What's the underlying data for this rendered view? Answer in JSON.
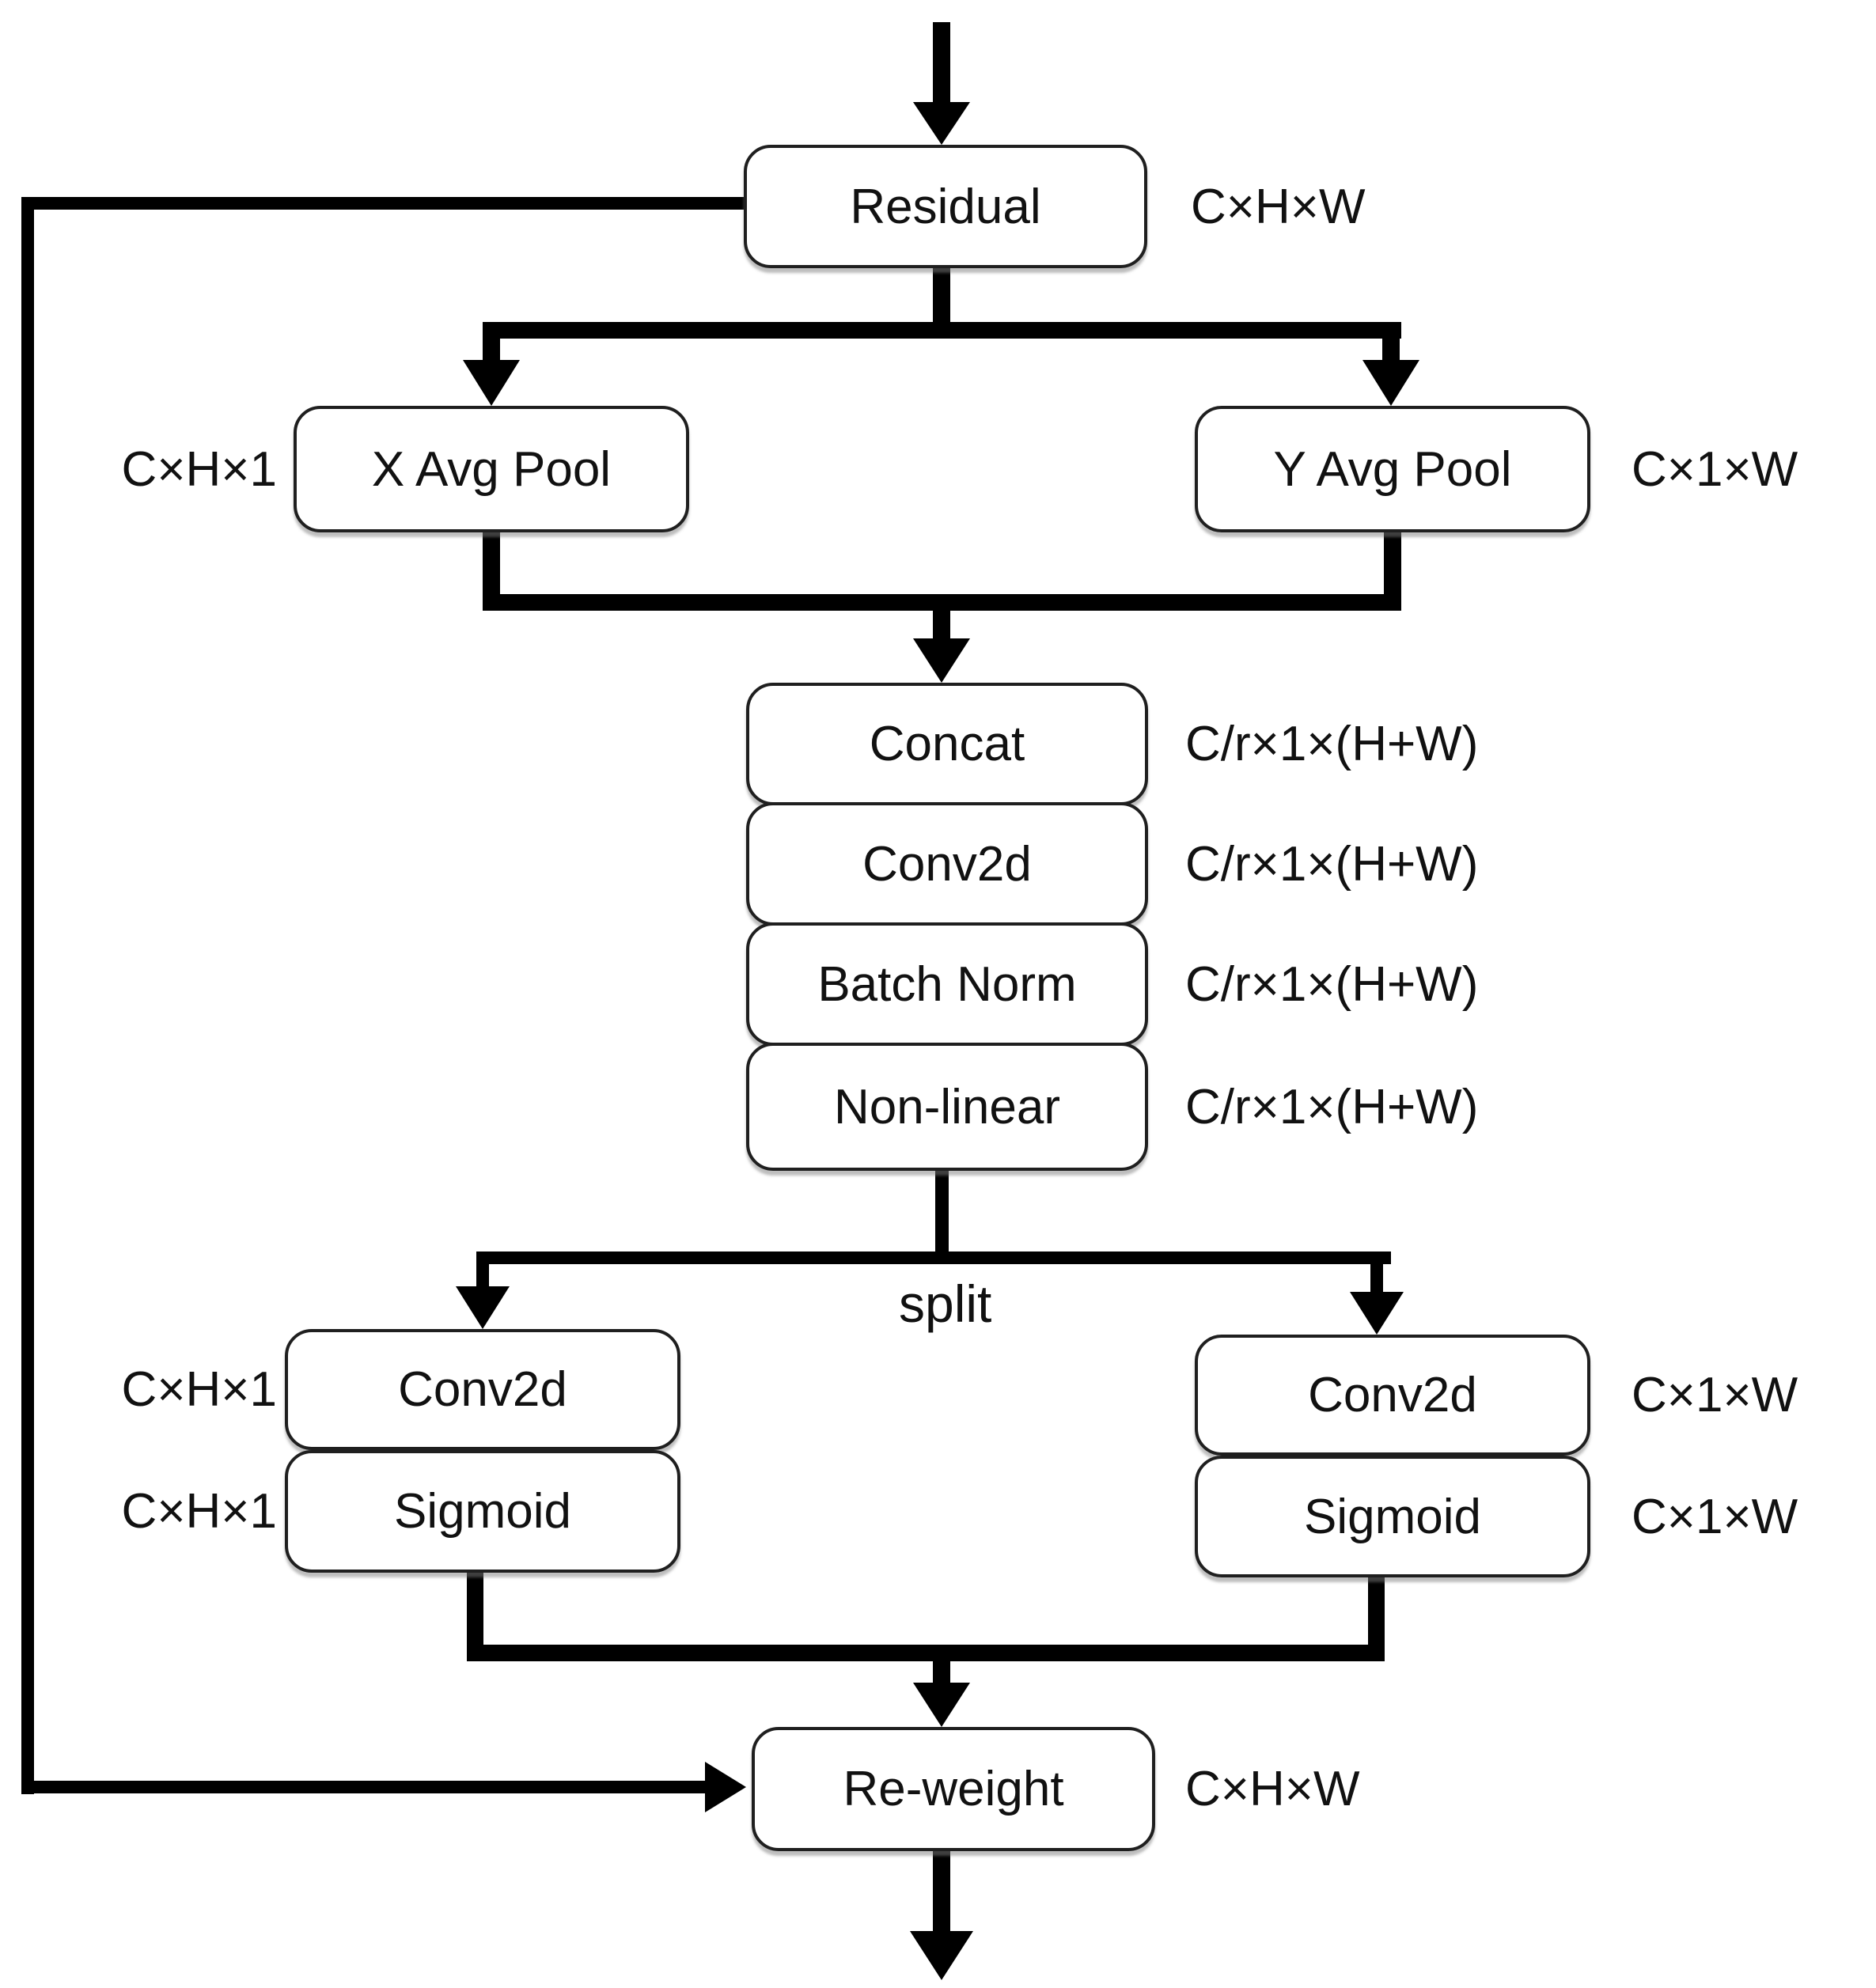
{
  "nodes": {
    "residual": {
      "label": "Residual",
      "dim": "C×H×W"
    },
    "x_avg_pool": {
      "label": "X Avg Pool",
      "dim": "C×H×1"
    },
    "y_avg_pool": {
      "label": "Y Avg Pool",
      "dim": "C×1×W"
    },
    "concat": {
      "label": "Concat",
      "dim": "C/r×1×(H+W)"
    },
    "conv2d_mid": {
      "label": "Conv2d",
      "dim": "C/r×1×(H+W)"
    },
    "batch_norm": {
      "label": "Batch Norm",
      "dim": "C/r×1×(H+W)"
    },
    "non_linear": {
      "label": "Non-linear",
      "dim": "C/r×1×(H+W)"
    },
    "conv2d_left": {
      "label": "Conv2d",
      "dim": "C×H×1"
    },
    "sigmoid_left": {
      "label": "Sigmoid",
      "dim": "C×H×1"
    },
    "conv2d_right": {
      "label": "Conv2d",
      "dim": "C×1×W"
    },
    "sigmoid_right": {
      "label": "Sigmoid",
      "dim": "C×1×W"
    },
    "reweight": {
      "label": "Re-weight",
      "dim": "C×H×W"
    }
  },
  "annotations": {
    "split_label": "split"
  },
  "colors": {
    "line": "#000000",
    "box_border": "#1f1f1f",
    "box_fill": "#ffffff",
    "text": "#111111",
    "background": "#ffffff"
  }
}
